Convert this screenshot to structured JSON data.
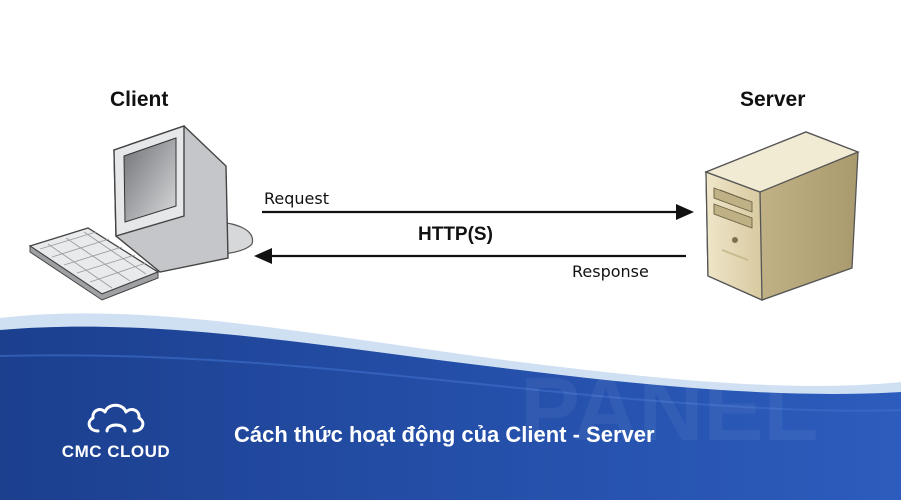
{
  "diagram": {
    "client_label": "Client",
    "server_label": "Server",
    "request_label": "Request",
    "protocol_label": "HTTP(S)",
    "response_label": "Response"
  },
  "footer": {
    "brand_name": "CMC CLOUD",
    "caption": "Cách thức hoạt động của Client - Server"
  },
  "colors": {
    "banner_dark": "#1c3f8e",
    "banner_mid": "#2c5cbd",
    "accent_light": "#cfe0f3"
  }
}
